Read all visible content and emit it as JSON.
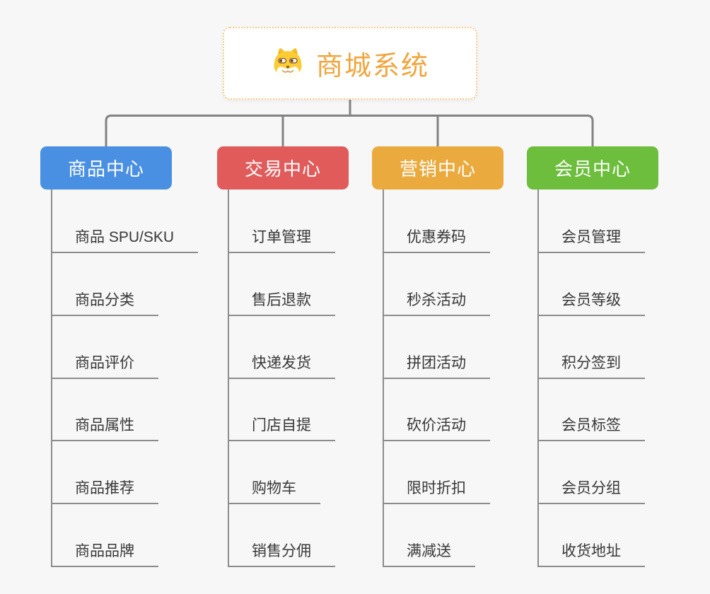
{
  "canvas": {
    "background_color": "#f7f7f7",
    "connector_color": "#828282",
    "child_line_color": "#8c8c8c"
  },
  "root": {
    "title": "商城系统",
    "icon": "dog-icon",
    "title_color": "#f0a63e",
    "border_color": "#f7c98c"
  },
  "branches": [
    {
      "label": "商品中心",
      "color": "#4a90e2",
      "items": [
        "商品 SPU/SKU",
        "商品分类",
        "商品评价",
        "商品属性",
        "商品推荐",
        "商品品牌"
      ]
    },
    {
      "label": "交易中心",
      "color": "#e15b5b",
      "items": [
        "订单管理",
        "售后退款",
        "快递发货",
        "门店自提",
        "购物车",
        "销售分佣"
      ]
    },
    {
      "label": "营销中心",
      "color": "#ebaa3e",
      "items": [
        "优惠券码",
        "秒杀活动",
        "拼团活动",
        "砍价活动",
        "限时折扣",
        "满减送"
      ]
    },
    {
      "label": "会员中心",
      "color": "#6cbe3c",
      "items": [
        "会员管理",
        "会员等级",
        "积分签到",
        "会员标签",
        "会员分组",
        "收货地址"
      ]
    }
  ]
}
